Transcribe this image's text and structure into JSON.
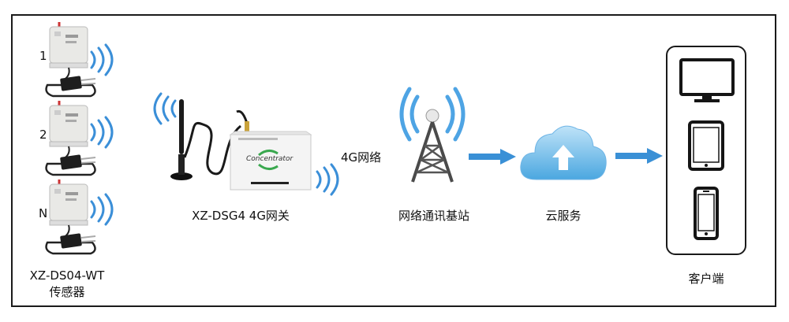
{
  "sensors": {
    "items": [
      {
        "index_label": "1"
      },
      {
        "index_label": "2"
      },
      {
        "index_label": "N"
      }
    ],
    "caption_line1": "XZ-DS04-WT",
    "caption_line2": "传感器"
  },
  "gateway": {
    "device_text": "Concentrator",
    "caption": "XZ-DSG4 4G网关"
  },
  "network": {
    "link_label": "4G网络",
    "tower_caption": "网络通讯基站"
  },
  "cloud": {
    "caption": "云服务"
  },
  "clients": {
    "caption": "客户端"
  },
  "colors": {
    "wave": "#3b8fd8",
    "arrow": "#3a90d6",
    "cloud_top": "#bfe3f8",
    "cloud_bottom": "#4ba7e0",
    "frame": "#1a1a1a"
  }
}
